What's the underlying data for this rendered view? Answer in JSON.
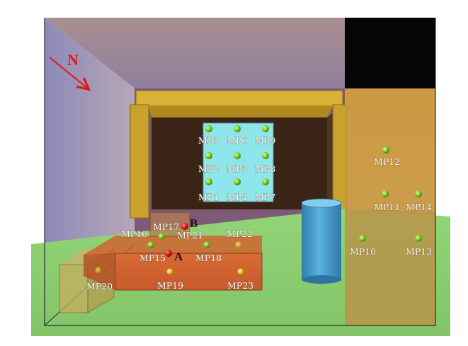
{
  "compass_label": "N",
  "point_labels": {
    "mp1": "MP1",
    "mp2": "MP2",
    "mp3": "MP3",
    "mp4": "MP4",
    "mp5": "MP5",
    "mp6": "MP6",
    "mp7": "MP7",
    "mp8": "MP8",
    "mp9": "MP9",
    "mp10": "MP10",
    "mp11": "MP11",
    "mp12": "MP12",
    "mp13": "MP13",
    "mp14": "MP14",
    "mp15": "MP15",
    "mp16": "MP16",
    "mp17": "MP17",
    "mp18": "MP18",
    "mp19": "MP19",
    "mp20": "MP20",
    "mp21": "MP21",
    "mp22": "MP22",
    "mp23": "MP23"
  },
  "source_labels": {
    "a": "A",
    "b": "B"
  },
  "colors": {
    "sensor_green": "#7fcf2a",
    "sensor_yellow": "#e8d020",
    "source_red": "#e01818",
    "compass_red": "#e01818"
  }
}
